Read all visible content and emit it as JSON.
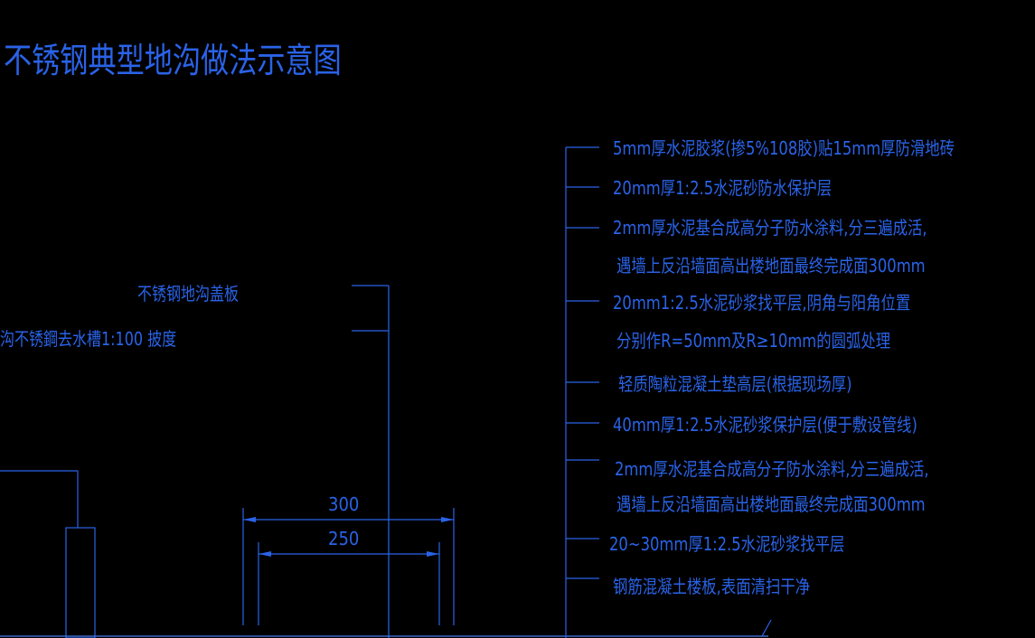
{
  "title": "不锈钢典型地沟做法示意图",
  "left_labels": {
    "cover_plate": "不锈钢地沟盖板",
    "trough_slope": "沟不锈鋼去水槽1:100 披度"
  },
  "dimensions": {
    "outer_width": "300",
    "inner_width": "250"
  },
  "layers": [
    "5mm厚水泥胶浆(掺5%108胶)贴15mm厚防滑地砖",
    "20mm厚1:2.5水泥砂防水保护层",
    "2mm厚水泥基合成高分子防水涂料,分三遍成活,",
    "遇墙上反沿墙面高出楼地面最终完成面300mm",
    "20mm1:2.5水泥砂浆找平层,阴角与阳角位置",
    "分别作R=50mm及R≥10mm的圆弧处理",
    "轻质陶粒混凝土垫高层(根据现场厚)",
    "40mm厚1:2.5水泥砂浆保护层(便于敷设管线)",
    "2mm厚水泥基合成高分子防水涂料,分三遍成活,",
    "遇墙上反沿墙面高出楼地面最终完成面300mm",
    "20~30mm厚1:2.5水泥砂浆找平层",
    "钢筋混凝土楼板,表面清扫干净"
  ],
  "colors": {
    "background": "#000000",
    "line": "#2a63e8"
  }
}
